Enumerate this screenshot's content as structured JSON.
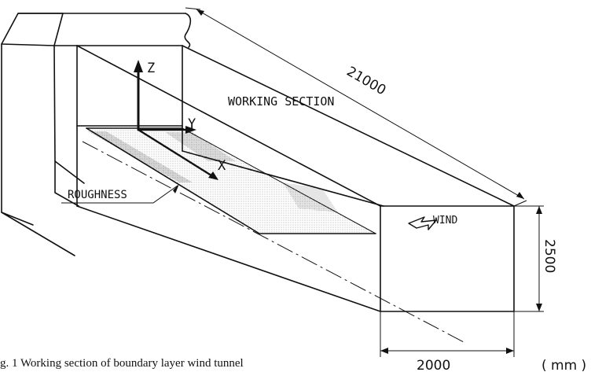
{
  "labels": {
    "axis_z": "Z",
    "axis_y": "Y",
    "axis_x": "X",
    "working_section": "WORKING SECTION",
    "roughness": "ROUGHNESS",
    "wind": "WIND"
  },
  "dimensions": {
    "length": "21000",
    "height": "2500",
    "width": "2000",
    "unit": "( mm )"
  },
  "caption": "g. 1   Working section of boundary layer wind tunnel"
}
